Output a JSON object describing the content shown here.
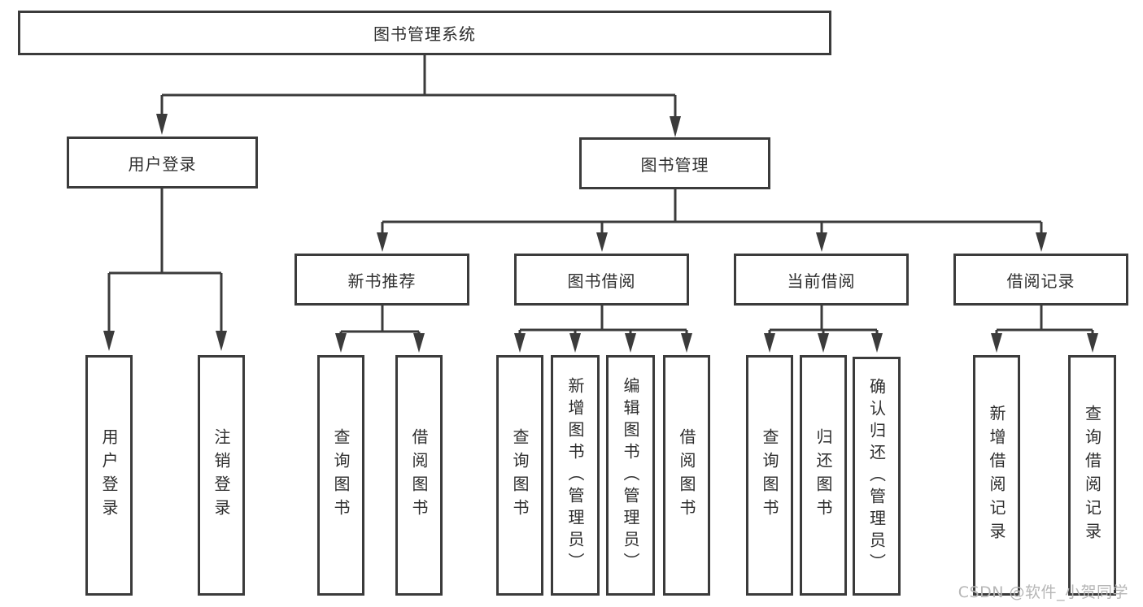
{
  "root": {
    "label": "图书管理系统"
  },
  "branches": [
    {
      "label": "用户登录",
      "children": [
        {
          "label": "用户登录"
        },
        {
          "label": "注销登录"
        }
      ]
    },
    {
      "label": "图书管理",
      "children": [
        {
          "label": "新书推荐",
          "children": [
            {
              "label": "查询图书"
            },
            {
              "label": "借阅图书"
            }
          ]
        },
        {
          "label": "图书借阅",
          "children": [
            {
              "label": "查询图书"
            },
            {
              "label": "新增图书（管理员）"
            },
            {
              "label": "编辑图书（管理员）"
            },
            {
              "label": "借阅图书"
            }
          ]
        },
        {
          "label": "当前借阅",
          "children": [
            {
              "label": "查询图书"
            },
            {
              "label": "归还图书"
            },
            {
              "label": "确认归还（管理员）"
            }
          ]
        },
        {
          "label": "借阅记录",
          "children": [
            {
              "label": "新增借阅记录"
            },
            {
              "label": "查询借阅记录"
            }
          ]
        }
      ]
    }
  ],
  "watermark": {
    "text": "CSDN @软件_小贺同学"
  },
  "colors": {
    "line": "#3b3b3b",
    "text": "#2e2e2e",
    "background": "#ffffff",
    "watermark": "#b6b6b6"
  }
}
